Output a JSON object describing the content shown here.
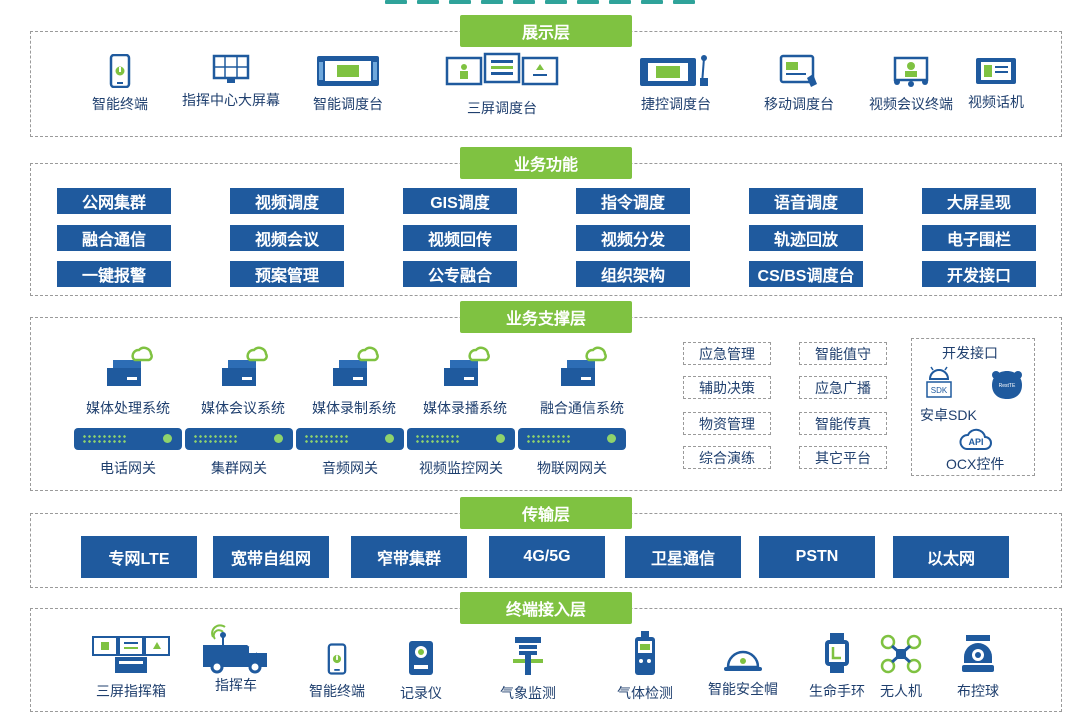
{
  "layers": {
    "display": {
      "title": "展示层",
      "items": [
        {
          "label": "智能终端",
          "icon": "smartphone-icon"
        },
        {
          "label": "指挥中心大屏幕",
          "icon": "video-wall-icon"
        },
        {
          "label": "智能调度台",
          "icon": "dispatch-console-icon"
        },
        {
          "label": "三屏调度台",
          "icon": "triple-screen-console-icon"
        },
        {
          "label": "捷控调度台",
          "icon": "desktop-console-icon"
        },
        {
          "label": "移动调度台",
          "icon": "touch-tablet-icon"
        },
        {
          "label": "视频会议终端",
          "icon": "video-conference-icon"
        },
        {
          "label": "视频话机",
          "icon": "video-phone-icon"
        }
      ]
    },
    "functions": {
      "title": "业务功能",
      "rows": [
        [
          "公网集群",
          "视频调度",
          "GIS调度",
          "指令调度",
          "语音调度",
          "大屏呈现"
        ],
        [
          "融合通信",
          "视频会议",
          "视频回传",
          "视频分发",
          "轨迹回放",
          "电子围栏"
        ],
        [
          "一键报警",
          "预案管理",
          "公专融合",
          "组织架构",
          "CS/BS调度台",
          "开发接口"
        ]
      ]
    },
    "support": {
      "title": "业务支撑层",
      "systems": [
        "媒体处理系统",
        "媒体会议系统",
        "媒体录制系统",
        "媒体录播系统",
        "融合通信系统"
      ],
      "gateways": [
        "电话网关",
        "集群网关",
        "音频网关",
        "视频监控网关",
        "物联网网关"
      ],
      "apps_col1": [
        "应急管理",
        "辅助决策",
        "物资管理",
        "综合演练"
      ],
      "apps_col2": [
        "智能值守",
        "应急广播",
        "智能传真",
        "其它平台"
      ],
      "dev": {
        "title": "开发接口",
        "sdk_badge": "SDK",
        "android_label": "安卓SDK",
        "ios_badge": "RestTE",
        "api_badge": "API",
        "ocx_label": "OCX控件"
      }
    },
    "transport": {
      "title": "传输层",
      "items": [
        "专网LTE",
        "宽带自组网",
        "窄带集群",
        "4G/5G",
        "卫星通信",
        "PSTN",
        "以太网"
      ]
    },
    "terminal": {
      "title": "终端接入层",
      "items": [
        {
          "label": "三屏指挥箱",
          "icon": "triple-screen-case-icon"
        },
        {
          "label": "指挥车",
          "icon": "command-vehicle-icon"
        },
        {
          "label": "智能终端",
          "icon": "smartphone-icon"
        },
        {
          "label": "记录仪",
          "icon": "body-camera-icon"
        },
        {
          "label": "气象监测",
          "icon": "weather-station-icon"
        },
        {
          "label": "气体检测",
          "icon": "gas-detector-icon"
        },
        {
          "label": "智能安全帽",
          "icon": "safety-helmet-icon"
        },
        {
          "label": "生命手环",
          "icon": "smart-band-icon"
        },
        {
          "label": "无人机",
          "icon": "drone-icon"
        },
        {
          "label": "布控球",
          "icon": "dome-camera-icon"
        }
      ]
    }
  },
  "colors": {
    "blue": "#1f5a9e",
    "green": "#7fc241",
    "text": "#1f3f6e"
  }
}
